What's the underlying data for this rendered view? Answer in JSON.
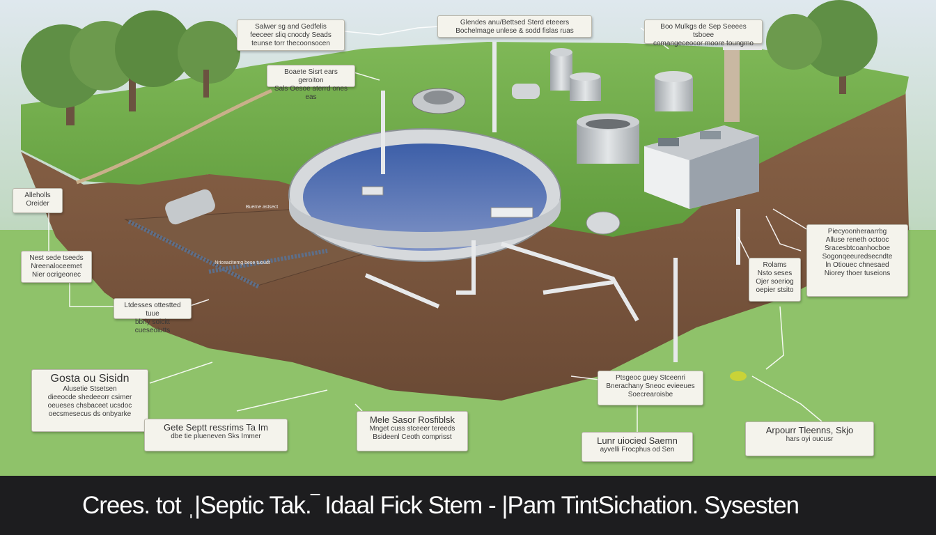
{
  "labels": [
    {
      "id": "top-left-callout",
      "lines": [
        "Salwer sg and Gedfelis",
        "feeceer sliq cnocdy Seads",
        "teunse torr thecoonsocen"
      ]
    },
    {
      "id": "top-center-callout",
      "lines": [
        "Glendes anu/Bettsed Sterd eteeers",
        "Bochelmage unlese & sodd fislas ruas"
      ]
    },
    {
      "id": "top-right-callout",
      "lines": [
        "Boo Mulkgs de Sep Seeees tsboee",
        "comangeceocor moore toungmo"
      ]
    },
    {
      "id": "upper-left-small-callout",
      "lines": [
        "Boaete Sisrt ears geroiton",
        "Sals Oesoe aterrd ones eas"
      ]
    },
    {
      "id": "left-edge-callout",
      "lines": [
        "Alleholls",
        "Oreider"
      ]
    },
    {
      "id": "left-middle-callout",
      "lines": [
        "Nest sede tseeds",
        "Nreenaloceemet",
        "Nier ocrigeonec"
      ]
    },
    {
      "id": "left-lower-callout",
      "lines": [
        "Ltdesses ottestted tuue",
        "bbriy soicitt cueseoiutts"
      ]
    },
    {
      "id": "tank-dark-label",
      "lines": [
        "Bueme astsect"
      ]
    },
    {
      "id": "pipe-dark-label",
      "lines": [
        "Nriceacitemg bese tuoudt"
      ]
    },
    {
      "id": "large-left-callout",
      "lines": [
        "Gosta ou Sisidn",
        "Alusetie Stsetsen",
        "dieeocde shedeeorr csimer",
        "oeueses chsbaceet ucsdoc",
        "oecsmesecus ds onbyarke"
      ]
    },
    {
      "id": "center-bottom-left-callout",
      "lines": [
        "Gete Septt ressrims Ta Im",
        "dbe tie plueneven Sks Immer"
      ]
    },
    {
      "id": "center-bottom-callout",
      "lines": [
        "Mele Sasor Rosfiblsk",
        "Mnget cuss stceeer tereeds",
        "Bsideenl Ceoth comprisst"
      ]
    },
    {
      "id": "lower-center-right-callout",
      "lines": [
        "Ptsgeoc guey Stceenri",
        "Bnerachany Sneoc evieeues",
        "Soecrearoisbe"
      ]
    },
    {
      "id": "bottom-center-callout",
      "lines": [
        "Lunr uiocied Saemn",
        "ayvelli Frocphus od Sen"
      ]
    },
    {
      "id": "right-middle-small-callout",
      "lines": [
        "Rolams",
        "Nsto seses",
        "Ojer soeriog",
        "oepier stsito"
      ]
    },
    {
      "id": "right-upper-callout",
      "lines": [
        "Piecyoonheraarrbg",
        "Alluse reneth octooc",
        "Sracesbtcoanhocboe",
        "Sogonqeeuredsecndte",
        "ln Otiouec chnesaed",
        "Niorey thoer tuseions"
      ]
    },
    {
      "id": "bottom-right-callout",
      "lines": [
        "Arpourr Tleenns, Skjo",
        "hars oyi oucusr"
      ]
    }
  ],
  "footer": {
    "title": "Crees. tot  ˌ|Septic Tak.‾  Idaal Fick Stem - |Pam TintSichation. Sysesten"
  }
}
